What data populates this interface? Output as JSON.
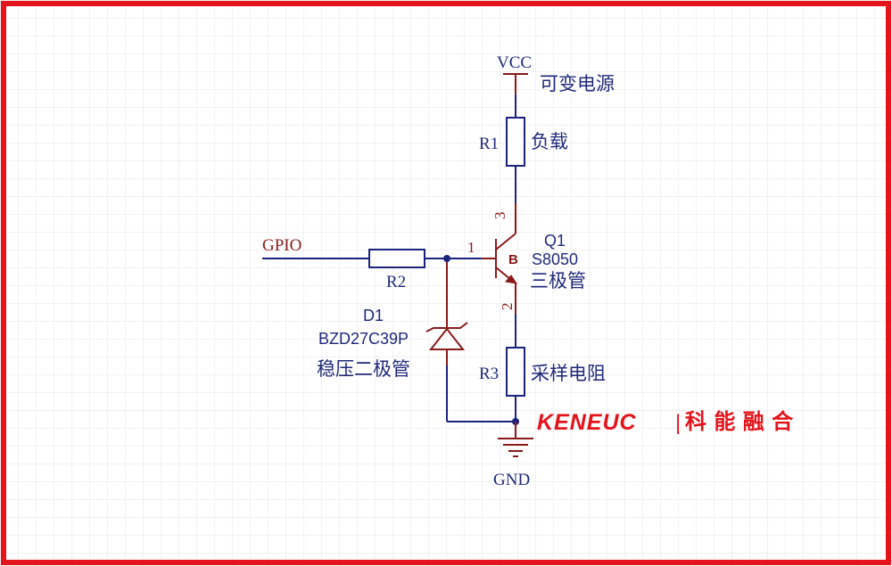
{
  "colors": {
    "frame": "#e5141b",
    "grid": "#e6e6e6",
    "wire": "#1a237e",
    "component": "#8b1a1a",
    "body_outline": "#1a237e",
    "body_fill": "#ffffff",
    "label": "#1f2a7a",
    "logo": "#e5141b"
  },
  "labels": {
    "vcc": "VCC",
    "vcc_note": "可变电源",
    "r1_ref": "R1",
    "r1_note": "负载",
    "pin3": "3",
    "pin1": "1",
    "pin2": "2",
    "gpio": "GPIO",
    "r2_ref": "R2",
    "q1_ref": "Q1",
    "q1_base_mark": "B",
    "q1_part": "S8050",
    "q1_note": "三极管",
    "d1_ref": "D1",
    "d1_part": "BZD27C39P",
    "d1_note": "稳压二极管",
    "r3_ref": "R3",
    "r3_note": "采样电阻",
    "gnd": "GND"
  },
  "logo": {
    "brand": "KENEUC",
    "separator": "|",
    "chinese": "科 能 融 合"
  }
}
